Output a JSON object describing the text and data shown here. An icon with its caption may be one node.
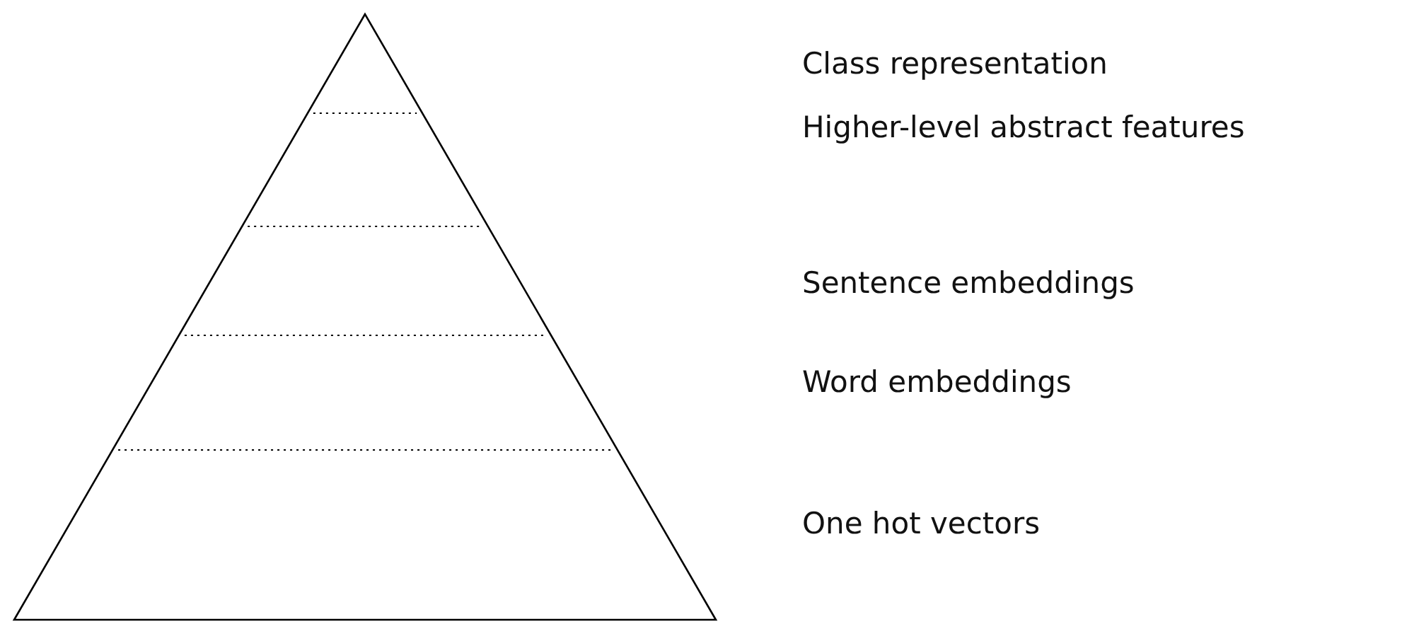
{
  "diagram": {
    "labels": [
      "Class representation",
      "Higher-level abstract features",
      "Sentence embeddings",
      "Word embeddings",
      "One hot vectors"
    ]
  }
}
